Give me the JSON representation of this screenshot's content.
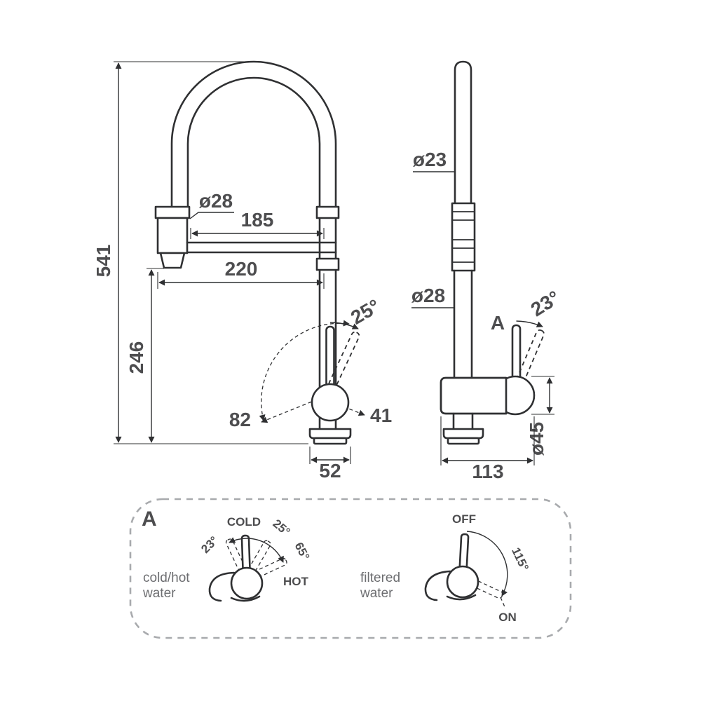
{
  "drawing": {
    "front": {
      "total_height": "541",
      "spout_height": "246",
      "head_diameter": "ø28",
      "spout_reach": "185",
      "total_reach": "220",
      "handle_angle": "25°",
      "handle_dim_left": "82",
      "handle_dim_right": "41",
      "base_width": "52"
    },
    "side": {
      "pipe_diameter": "ø23",
      "lower_pipe_diameter": "ø28",
      "detail_ref": "A",
      "handle_angle": "23°",
      "body_diameter": "ø45",
      "body_length": "113"
    },
    "detail": {
      "panel_ref": "A",
      "mixer": {
        "cold_label": "COLD",
        "angle_25": "25°",
        "angle_65": "65°",
        "hot_label": "HOT",
        "angle_23": "23°",
        "caption_line1": "cold/hot",
        "caption_line2": "water"
      },
      "filtered": {
        "off_label": "OFF",
        "angle_115": "115°",
        "on_label": "ON",
        "caption_line1": "filtered",
        "caption_line2": "water"
      }
    },
    "colors": {
      "line": "#2f3032",
      "label": "#4d4d4f",
      "caption": "#6d6e71",
      "panel_border": "#a8aaad",
      "background": "#ffffff"
    }
  }
}
